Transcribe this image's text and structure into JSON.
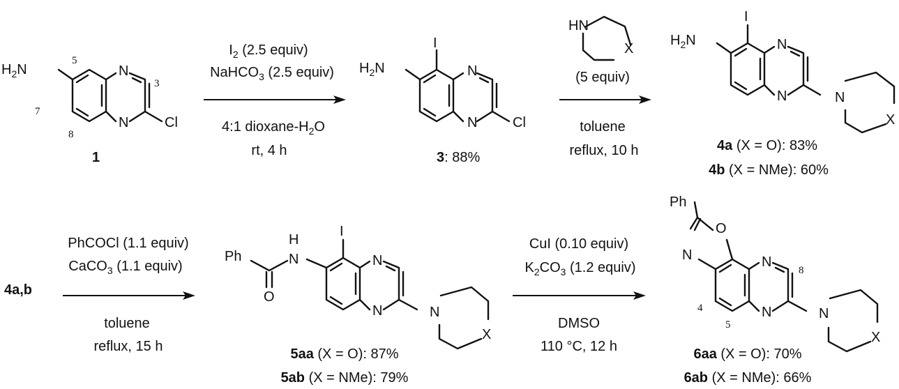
{
  "reaction1": {
    "reagent1": [
      "I",
      "2",
      " (2.5 equiv)"
    ],
    "reagent2": [
      "NaHCO",
      "3",
      " (2.5 equiv)"
    ],
    "solvent": [
      "4:1 dioxane-H",
      "2",
      "O"
    ],
    "conditions": "rt, 4 h"
  },
  "reaction2": {
    "reagent_equiv": "(5 equiv)",
    "solvent": "toluene",
    "conditions": "reflux, 10 h"
  },
  "reaction3": {
    "start_label": "4a,b",
    "reagent1": "PhCOCl (1.1 equiv)",
    "reagent2": [
      "CaCO",
      "3",
      " (1.1 equiv)"
    ],
    "solvent": "toluene",
    "conditions": "reflux, 15 h"
  },
  "reaction4": {
    "reagent1": "CuI (0.10 equiv)",
    "reagent2": [
      "K",
      "2",
      "CO",
      "3",
      " (1.2 equiv)"
    ],
    "solvent": "DMSO",
    "conditions": "110 °C, 12 h"
  },
  "compounds": {
    "c1": {
      "id": "1"
    },
    "c3": {
      "id": "3",
      "yield": ": 88%"
    },
    "c4a": {
      "id": "4a",
      "detail": " (X = O): 83%"
    },
    "c4b": {
      "id": "4b",
      "detail": " (X = NMe): 60%"
    },
    "c5aa": {
      "id": "5aa",
      "detail": " (X = O): 87%"
    },
    "c5ab": {
      "id": "5ab",
      "detail": " (X = NMe): 79%"
    },
    "c6aa": {
      "id": "6aa",
      "detail": " (X = O): 70%"
    },
    "c6ab": {
      "id": "6ab",
      "detail": " (X = NMe): 66%"
    }
  },
  "atoms": {
    "N": "N",
    "O": "O",
    "Cl": "Cl",
    "I": "I",
    "X": "X",
    "HN": "HN",
    "Ph": "Ph",
    "H2N": [
      "H",
      "2",
      "N"
    ],
    "H": "H"
  },
  "numbering": {
    "c1": {
      "p5": "5",
      "p3": "3",
      "p7": "7",
      "p8": "8"
    },
    "c6": {
      "p8": "8",
      "p4": "4",
      "p5": "5"
    }
  }
}
